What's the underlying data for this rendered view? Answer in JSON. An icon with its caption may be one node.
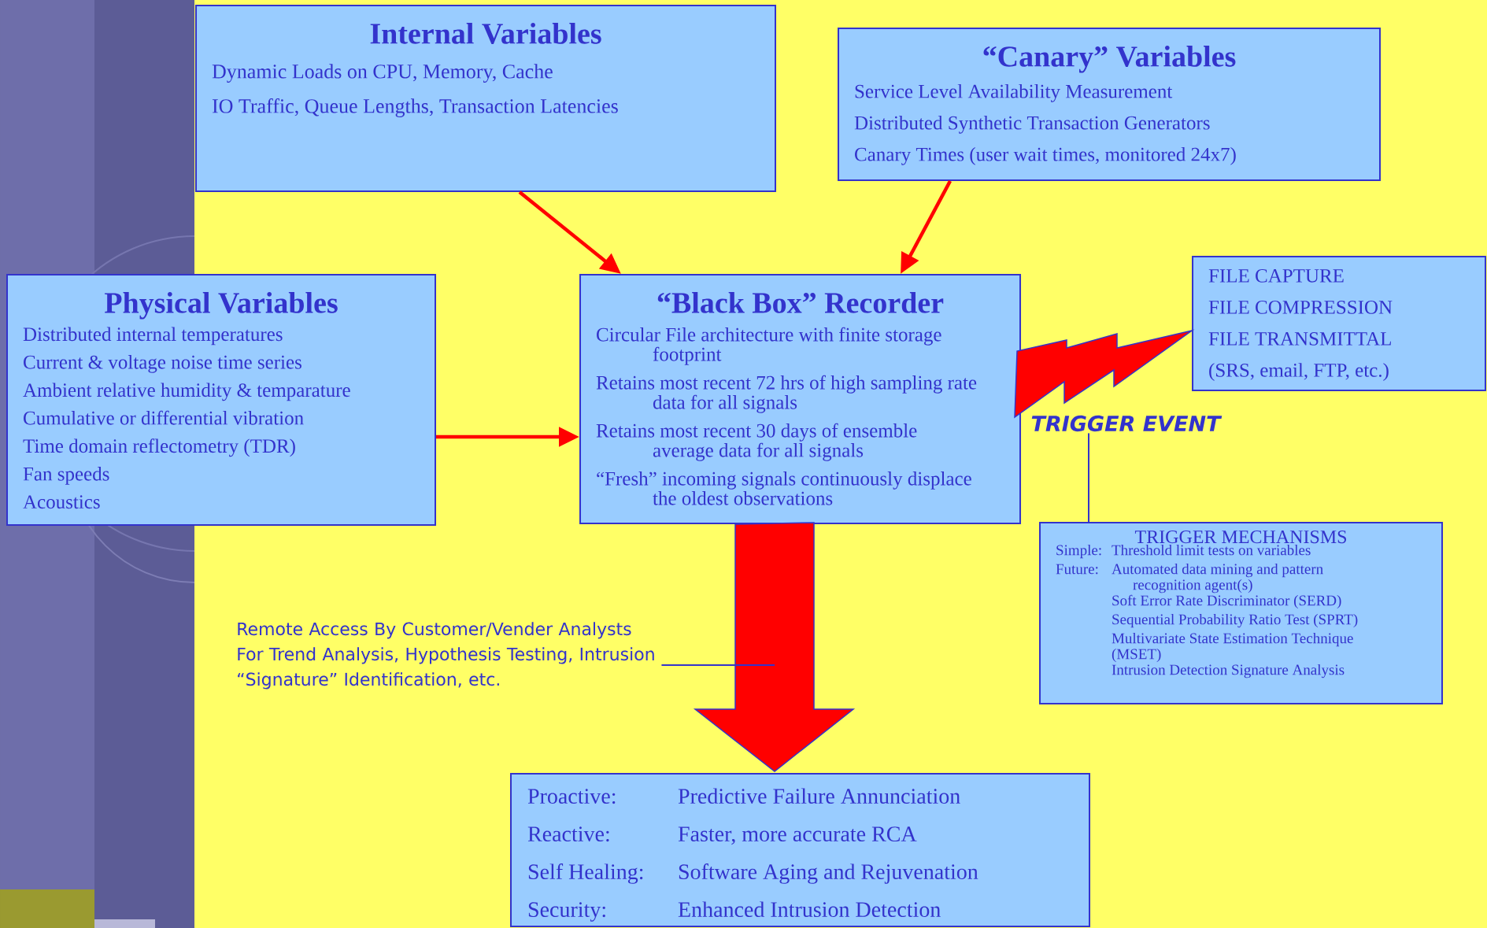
{
  "diagram": {
    "nodes": [
      {
        "text": [
          "Internal Variables",
          "Dynamic Loads on CPU, Memory, Cache",
          "IO Traffic, Queue Lengths, Transaction Latencies"
        ]
      },
      {
        "text": [
          "“Canary” Variables",
          "Service Level Availability Measurement",
          "Distributed Synthetic Transaction Generators",
          "Canary Times (user wait times, monitored 24x7)"
        ]
      },
      {
        "text": [
          "Physical Variables",
          "Distributed internal temperatures",
          "Current & voltage noise time series",
          "Ambient relative humidity & temparature",
          "Cumulative or differential vibration",
          "Time domain reflectometry (TDR)",
          "Fan speeds",
          "Acoustics"
        ]
      },
      {
        "text": [
          "“Black Box” Recorder",
          "Circular File architecture with finite storage footprint",
          "Retains most recent 72 hrs of high sampling rate data for all signals",
          "Retains most recent 30 days of ensemble average data for all signals",
          "“Fresh” incoming signals continuously displace the oldest observations"
        ]
      },
      {
        "text": [
          "FILE CAPTURE",
          "FILE COMPRESSION",
          "FILE TRANSMITTAL",
          "(SRS, email, FTP, etc.)"
        ]
      },
      {
        "text": [
          "TRIGGER EVENT"
        ]
      },
      {
        "text": [
          "TRIGGER MECHANISMS",
          "Simple:",
          "Threshold limit tests on variables",
          "Future:",
          "Automated data mining and pattern recognition agent(s)",
          "Soft Error Rate Discriminator (SERD)",
          "Sequential Probability Ratio Test (SPRT)",
          "Multivariate State Estimation Technique (MSET)",
          "Intrusion Detection Signature Analysis"
        ]
      },
      {
        "text": [
          "Remote Access By Customer/Vender Analysts For Trend Analysis, Hypothesis Testing, Intrusion “Signature” Identification, etc."
        ]
      },
      {
        "text": [
          "Proactive:",
          "Predictive Failure Annunciation",
          "Reactive:",
          "Faster, more accurate RCA",
          "Self Healing:",
          "Software Aging and Rejuvenation",
          "Security:",
          "Enhanced Intrusion Detection"
        ]
      }
    ],
    "edges": [
      {
        "from": 0,
        "to": 3,
        "arrow": "to"
      },
      {
        "from": 1,
        "to": 3,
        "arrow": "to"
      },
      {
        "from": 2,
        "to": 3,
        "arrow": "to"
      },
      {
        "from": 4,
        "to": 3,
        "arrow": "to"
      },
      {
        "from": 5,
        "to": 6,
        "arrow": "none",
        "color": "#3333cc"
      },
      {
        "from": 3,
        "to": 8,
        "arrow": "to"
      },
      {
        "from": 7,
        "to": null,
        "arrow": "none",
        "color": "#3333cc"
      }
    ]
  }
}
